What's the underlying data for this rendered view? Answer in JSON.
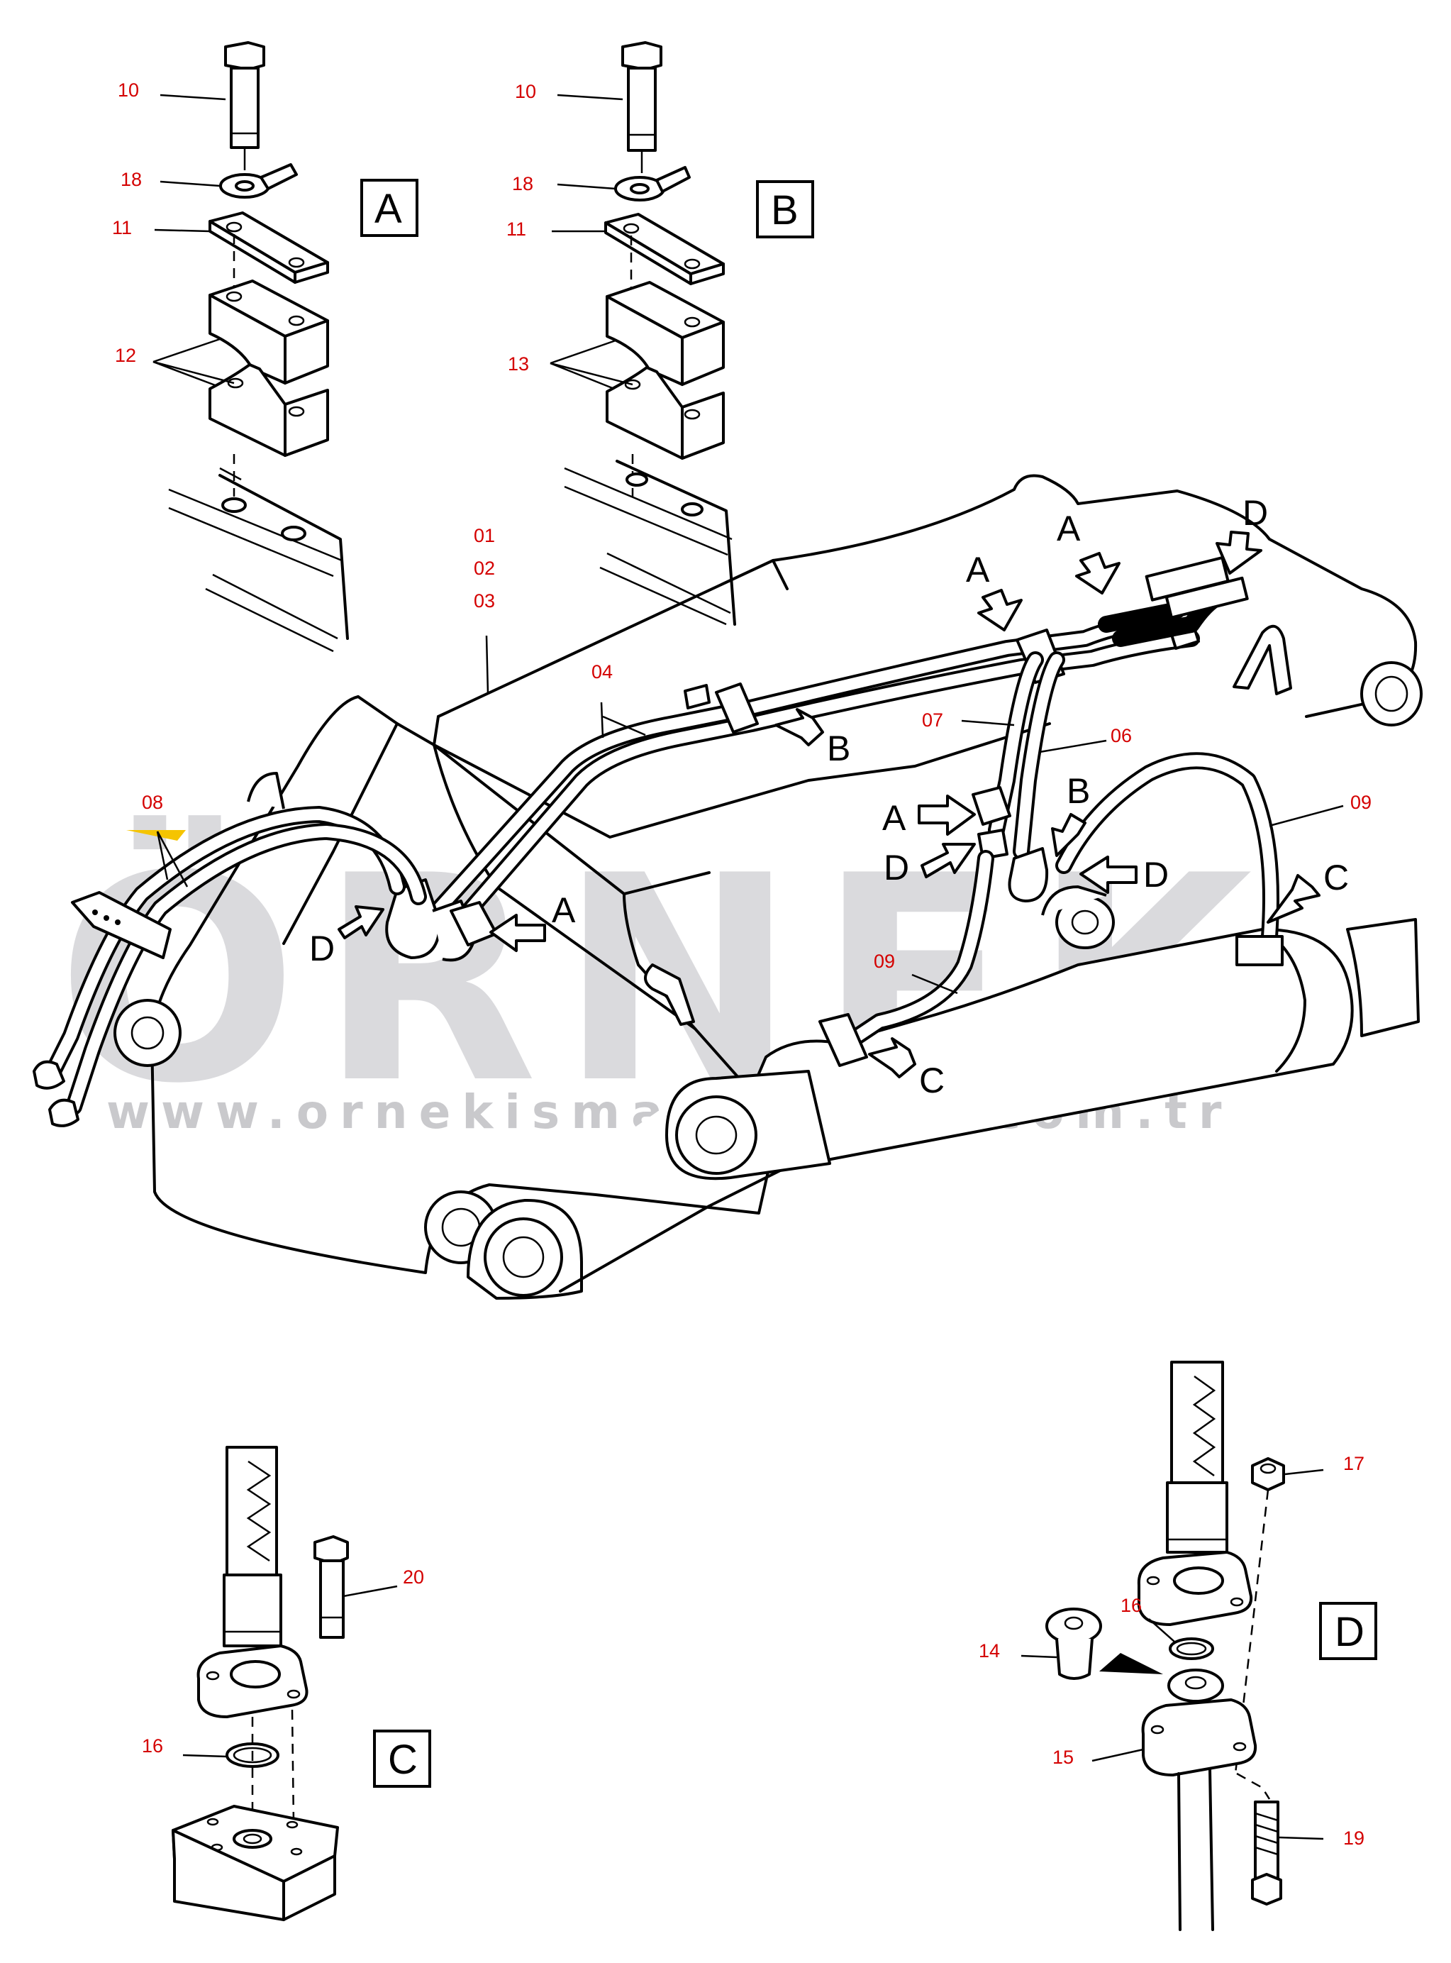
{
  "watermark": {
    "brand": "ÖRNEK",
    "url": "www.ornekismakinalari.com.tr",
    "color": "#dadadd"
  },
  "detail_boxes": {
    "A": "A",
    "B": "B",
    "C": "C",
    "D": "D"
  },
  "part_numbers": {
    "detail_a": {
      "bolt": "10",
      "washer": "18",
      "plate": "11",
      "clamp": "12"
    },
    "detail_b": {
      "bolt": "10",
      "washer": "18",
      "plate": "11",
      "clamp": "13"
    },
    "main": {
      "boom": [
        "01",
        "02",
        "03"
      ],
      "line_04": "04",
      "line_07": "07",
      "line_06": "06",
      "hose_09_right": "09",
      "hose_09_center": "09",
      "hose_08": "08"
    },
    "detail_c": {
      "bolt": "20",
      "oring": "16"
    },
    "detail_d": {
      "nut": "17",
      "oring": "16",
      "plug": "14",
      "flange": "15",
      "stud": "19"
    }
  },
  "callouts": {
    "a_top_left": "A",
    "a_top_right": "A",
    "d_top": "D",
    "b_mid": "B",
    "b_right": "B",
    "a_right": "A",
    "d_right": "D",
    "d_right2": "D",
    "c_right": "C",
    "c_center": "C",
    "a_left": "A",
    "d_left": "D"
  },
  "colors": {
    "label": "#d40000",
    "line": "#000000",
    "watermark_text": "#c9c9cc",
    "accent_triangle": "#f5c400"
  }
}
